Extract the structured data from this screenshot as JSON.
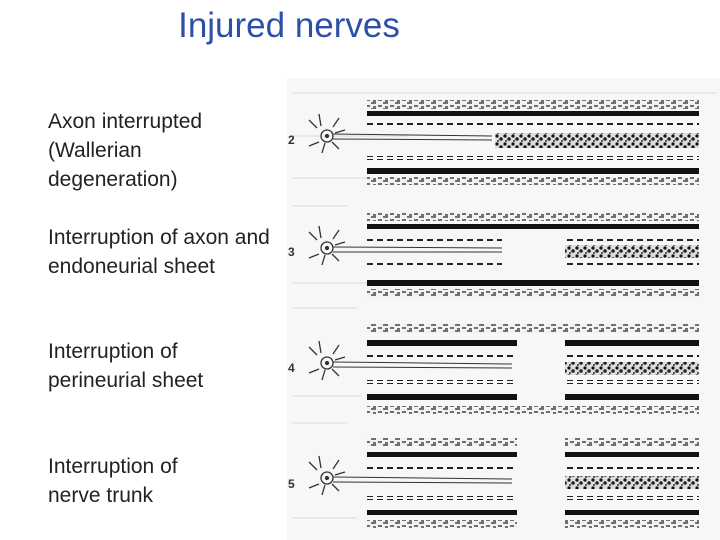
{
  "title": "Injured nerves",
  "captions": [
    "Axon interrupted\n(Wallerian\ndegeneration)",
    "Interruption of axon and\nendoneurial sheet",
    "Interruption of\nperineurial sheet",
    "Interruption of\nnerve trunk"
  ],
  "figure": {
    "panel_numbers": [
      "2",
      "3",
      "4",
      "5"
    ]
  }
}
